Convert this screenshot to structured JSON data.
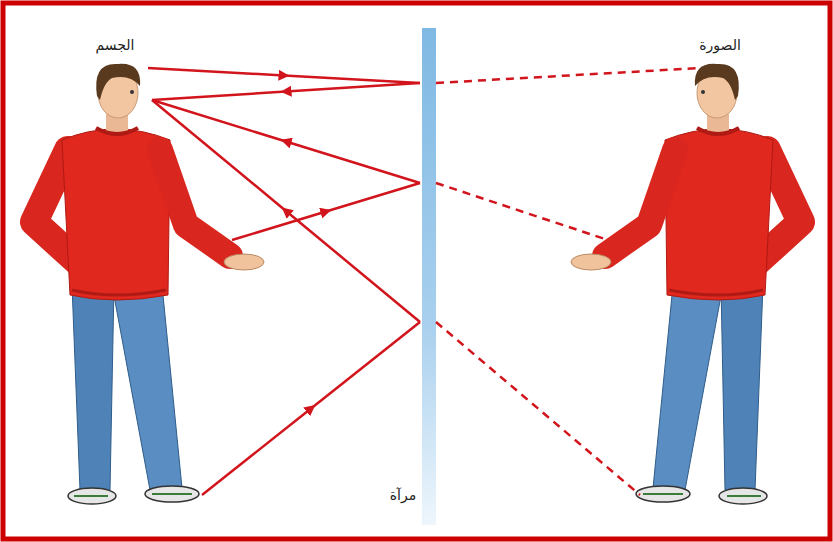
{
  "diagram": {
    "labels": [
      "الجسم",
      "الصورة",
      "مرآة"
    ]
  }
}
